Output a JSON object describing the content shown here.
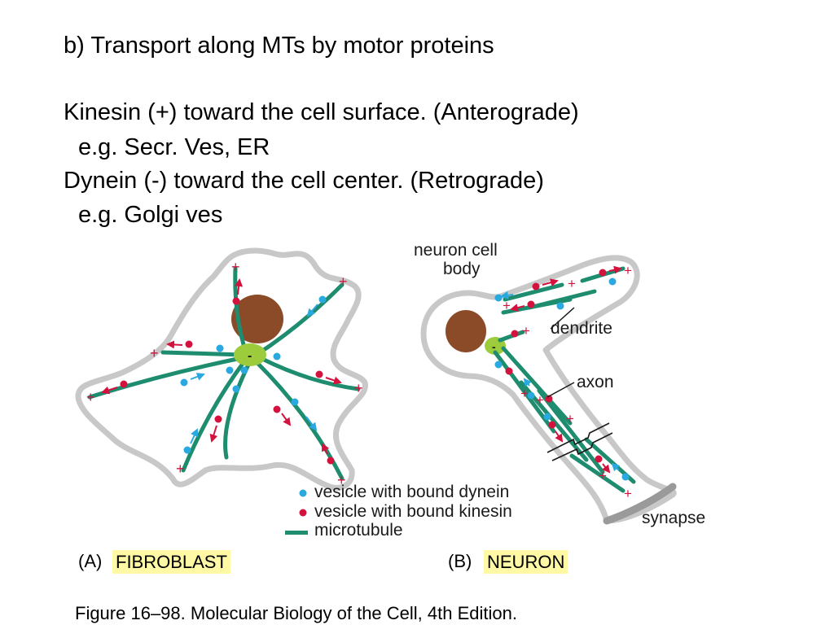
{
  "slide": {
    "heading": "b) Transport along MTs by motor proteins",
    "kinesin_line": "Kinesin (+) toward the cell surface. (Anterograde)",
    "kinesin_example": "e.g. Secr. Ves, ER",
    "dynein_line": "Dynein (-) toward the cell center. (Retrograde)",
    "dynein_example": "e.g. Golgi ves"
  },
  "figure": {
    "neuron_cell_body_label_line1": "neuron cell",
    "neuron_cell_body_label_line2": "body",
    "dendrite_label": "dendrite",
    "axon_label": "axon",
    "synapse_label": "synapse",
    "plus_symbol": "+",
    "minus_symbol": "-",
    "legend": {
      "dynein": "vesicle with bound dynein",
      "kinesin": "vesicle with bound kinesin",
      "microtubule": "microtubule"
    },
    "panel_a_letter": "(A)",
    "panel_a_name": "FIBROBLAST",
    "panel_b_letter": "(B)",
    "panel_b_name": "NEURON",
    "caption": "Figure 16–98. Molecular Biology of the Cell, 4th Edition."
  },
  "colors": {
    "microtubule": "#1e8c6e",
    "kinesin_vesicle": "#d4123e",
    "dynein_vesicle": "#2aa8e0",
    "nucleus": "#8b4a28",
    "centrosome": "#9ccc3c",
    "cell_outline": "#c8c8c8",
    "label_highlight": "#fff9a6"
  }
}
